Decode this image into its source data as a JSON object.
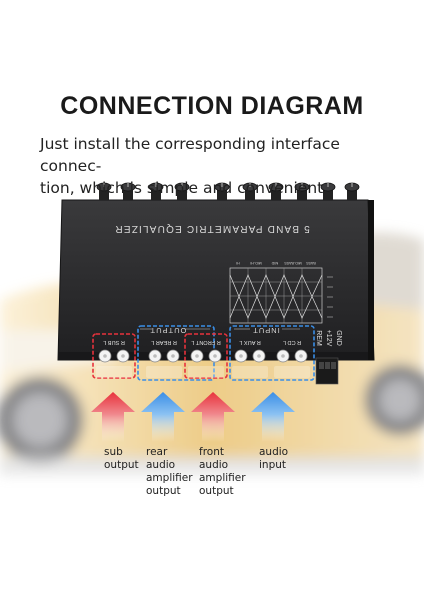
{
  "heading": "CONNECTION DIAGRAM",
  "description": {
    "line1": "Just install the corresponding interface connec-",
    "line2": "tion, which is simple and convenient"
  },
  "device": {
    "panel_title": "5 BAND PARAMETRIC EQUALIZER",
    "output_label": "OUTPUT",
    "input_label": "INPUT",
    "port_labels": [
      "R  SUB  L",
      "R  REAR  L",
      "R  FRONT  L",
      "R  AUX  L",
      "R  CD  L"
    ],
    "power_labels": [
      "REM",
      "+12V",
      "GND"
    ],
    "eq_band_labels": [
      "HI",
      "MID-HI",
      "MID",
      "MID-BASS",
      "BASS"
    ],
    "knob_count": 10
  },
  "callouts": [
    {
      "id": "sub",
      "lines": [
        "sub",
        "output"
      ],
      "color": "#e8323c"
    },
    {
      "id": "rear",
      "lines": [
        "rear",
        "audio",
        "amplifier",
        "output"
      ],
      "color": "#3a8ee6"
    },
    {
      "id": "front",
      "lines": [
        "front",
        "audio",
        "amplifier",
        "output"
      ],
      "color": "#e8323c"
    },
    {
      "id": "audio",
      "lines": [
        "audio",
        "input"
      ],
      "color": "#3a8ee6"
    }
  ],
  "colors": {
    "output_highlight": "#e8323c",
    "input_highlight": "#3a8ee6",
    "device_body": "#2b2b2d"
  }
}
